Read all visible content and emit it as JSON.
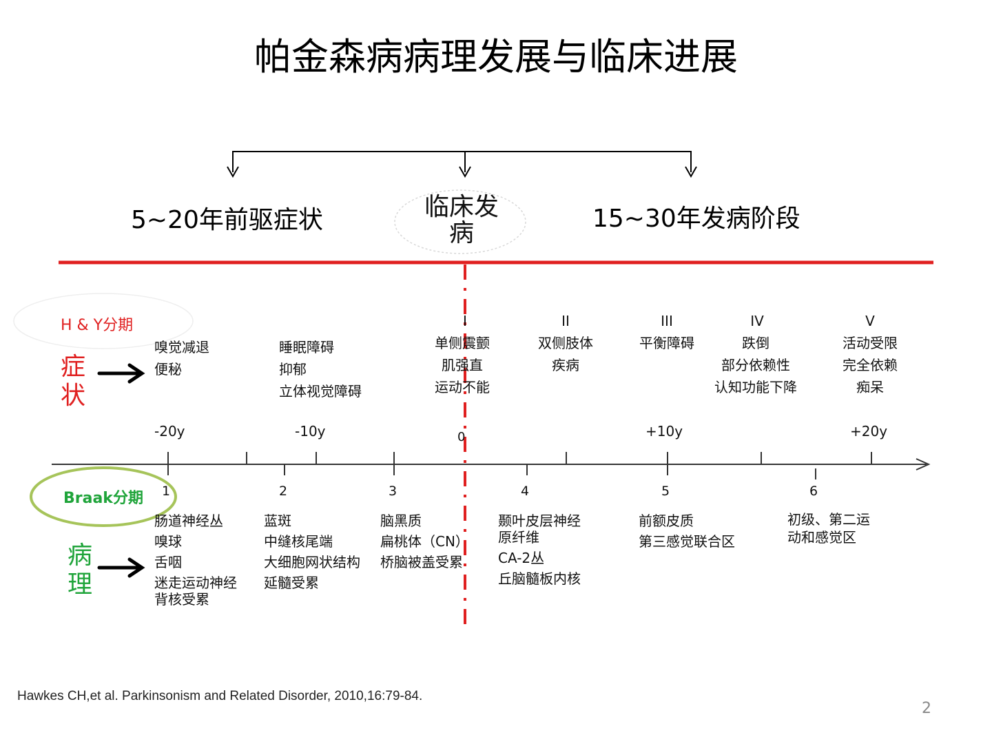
{
  "title": "帕金森病病理发展与临床进展",
  "phases": {
    "prodromal": "5~20年前驱症状",
    "onset": "临床发病",
    "disease": "15~30年发病阶段"
  },
  "hy_label": "H & Y分期",
  "braak_label": "Braak分期",
  "symptom_label": "症状",
  "pathology_label": "病理",
  "hy_stages": [
    "I",
    "II",
    "III",
    "IV",
    "V"
  ],
  "symptoms": [
    [
      "嗅觉减退",
      "便秘"
    ],
    [
      "睡眠障碍",
      "抑郁",
      "立体视觉障碍"
    ],
    [
      "单侧震颤",
      "肌强直",
      "运动不能"
    ],
    [
      "双侧肢体",
      "疾病"
    ],
    [
      "平衡障碍"
    ],
    [
      "跌倒",
      "部分依赖性",
      "认知功能下降"
    ],
    [
      "活动受限",
      "完全依赖",
      "痴呆"
    ]
  ],
  "time_ticks": [
    "-20y",
    "-10y",
    "0",
    "+10y",
    "+20y"
  ],
  "braak_stages": [
    "1",
    "2",
    "3",
    "4",
    "5",
    "6"
  ],
  "pathology": [
    [
      "肠道神经丛",
      "嗅球",
      "舌咽",
      "迷走运动神经",
      "背核受累"
    ],
    [
      "蓝斑",
      "中缝核尾端",
      "大细胞网状结构",
      "延髓受累"
    ],
    [
      "脑黑质",
      "扁桃体（CN）",
      "桥脑被盖受累"
    ],
    [
      "颞叶皮层神经",
      "原纤维",
      "CA-2丛",
      "丘脑髓板内核"
    ],
    [
      "前额皮质",
      "第三感觉联合区"
    ],
    [
      "初级、第二运",
      "动和感觉区"
    ]
  ],
  "citation": "Hawkes CH,et al. Parkinsonism and Related Disorder, 2010,16:79-84.",
  "page_number": "2",
  "colors": {
    "red": "#e02020",
    "green": "#1fa43a",
    "ellipse": "#a6c45a"
  }
}
